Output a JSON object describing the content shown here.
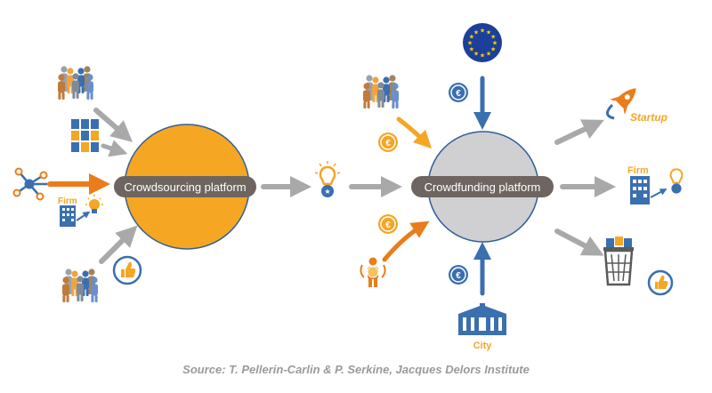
{
  "nodes": {
    "crowdsourcing": "Crowdsourcing platform",
    "crowdfunding": "Crowdfunding platform"
  },
  "labels": {
    "firm_left": "Firm",
    "firm_right": "Firm",
    "startup": "Startup",
    "city": "City"
  },
  "caption": "Source: T. Pellerin-Carlin & P. Serkine, Jacques Delors Institute",
  "colors": {
    "orange": "#f5a623",
    "dark_orange": "#ea7c1a",
    "blue": "#3a6fb0",
    "gray_arrow": "#a9a9a9",
    "platform_gray": "#d0d0d2",
    "label_pill": "#6e6560",
    "eu_blue": "#1b3f9a",
    "eu_star": "#ffd200"
  },
  "icons": [
    "people-group-icon",
    "documents-grid-icon",
    "network-icon",
    "building-icon",
    "lightbulb-icon",
    "thumbs-up-icon",
    "idea-medal-icon",
    "eu-flag-icon",
    "euro-coin-icon",
    "person-with-coin-icon",
    "rocket-icon",
    "city-hall-icon",
    "trash-bin-icon"
  ]
}
